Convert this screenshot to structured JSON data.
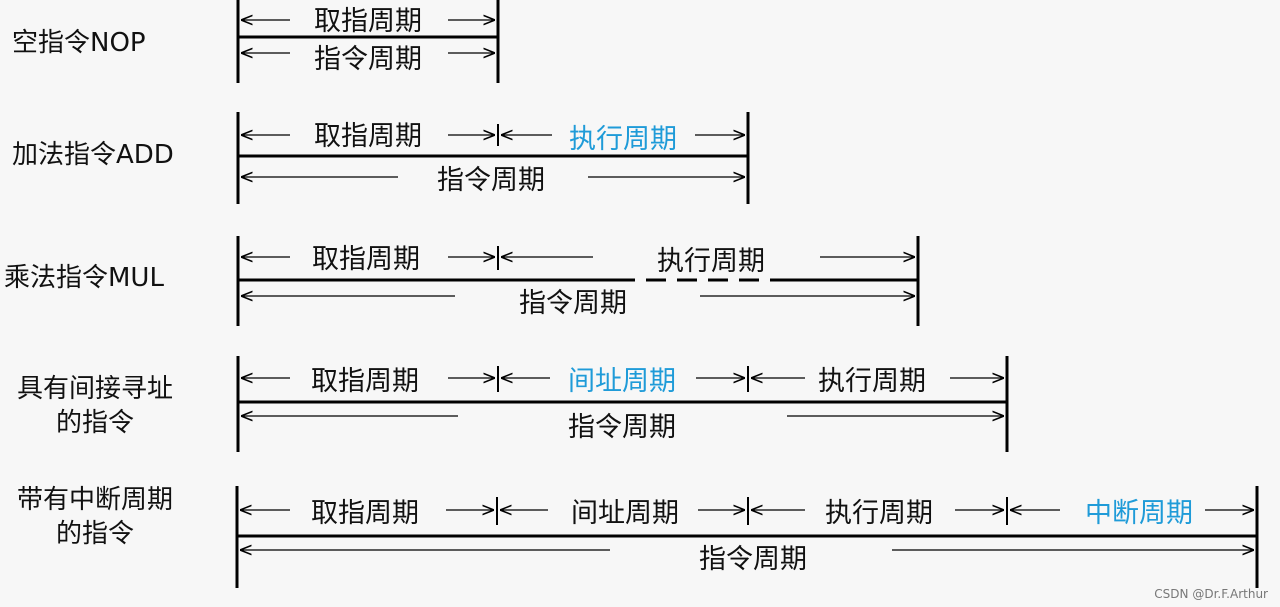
{
  "colors": {
    "line": "#000000",
    "text": "#111111",
    "highlight": "#1f9bd8",
    "background": "#f7f7f7"
  },
  "rows": [
    {
      "label": [
        "空指令NOP"
      ]
    },
    {
      "label": [
        "加法指令ADD"
      ]
    },
    {
      "label": [
        "乘法指令MUL"
      ]
    },
    {
      "label": [
        "具有间接寻址",
        "的指令"
      ]
    },
    {
      "label": [
        "带有中断周期",
        "的指令"
      ]
    }
  ],
  "periods": {
    "fetch": "取指周期",
    "execute": "执行周期",
    "indirect": "间址周期",
    "interrupt": "中断周期",
    "instruction": "指令周期"
  },
  "watermark": "CSDN @Dr.F.Arthur"
}
